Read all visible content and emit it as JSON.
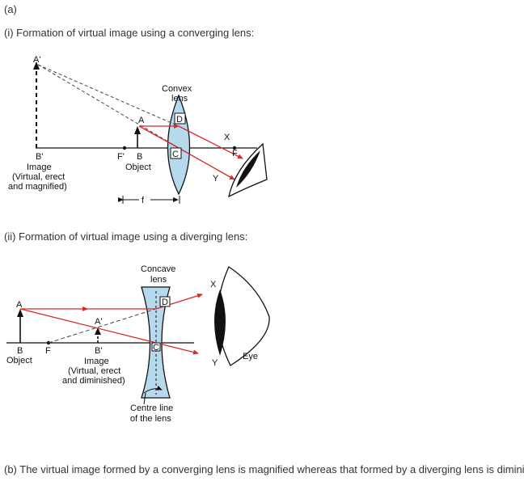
{
  "part_a": "(a)",
  "heading_i": "(i) Formation of virtual image using a converging lens:",
  "heading_ii": "(ii) Formation of virtual image using a diverging lens:",
  "part_b": "(b) The virtual image formed by a converging lens is magnified whereas that formed by a diverging lens is diminished.",
  "convex": {
    "lens_label_1": "Convex",
    "lens_label_2": "lens",
    "a_prime": "A'",
    "a": "A",
    "b_prime": "B'",
    "image_1": "Image",
    "image_2": "(Virtual, erect",
    "image_3": "and magnified)",
    "f_prime": "F'",
    "b": "B",
    "object": "Object",
    "d": "D",
    "c": "C",
    "x": "X",
    "y": "Y",
    "f": "F",
    "focal": "f"
  },
  "concave": {
    "lens_label_1": "Concave",
    "lens_label_2": "lens",
    "a": "A",
    "a_prime": "A'",
    "b": "B",
    "object": "Object",
    "f": "F",
    "b_prime": "B'",
    "image_1": "Image",
    "image_2": "(Virtual, erect",
    "image_3": "and diminished)",
    "d": "D",
    "c": "C",
    "x": "X",
    "y": "Y",
    "eye": "Eye",
    "centre_1": "Centre line",
    "centre_2": "of the lens"
  },
  "colors": {
    "ray": "#d42a2a",
    "lens_fill": "#b7d9ee",
    "line": "#111111"
  }
}
